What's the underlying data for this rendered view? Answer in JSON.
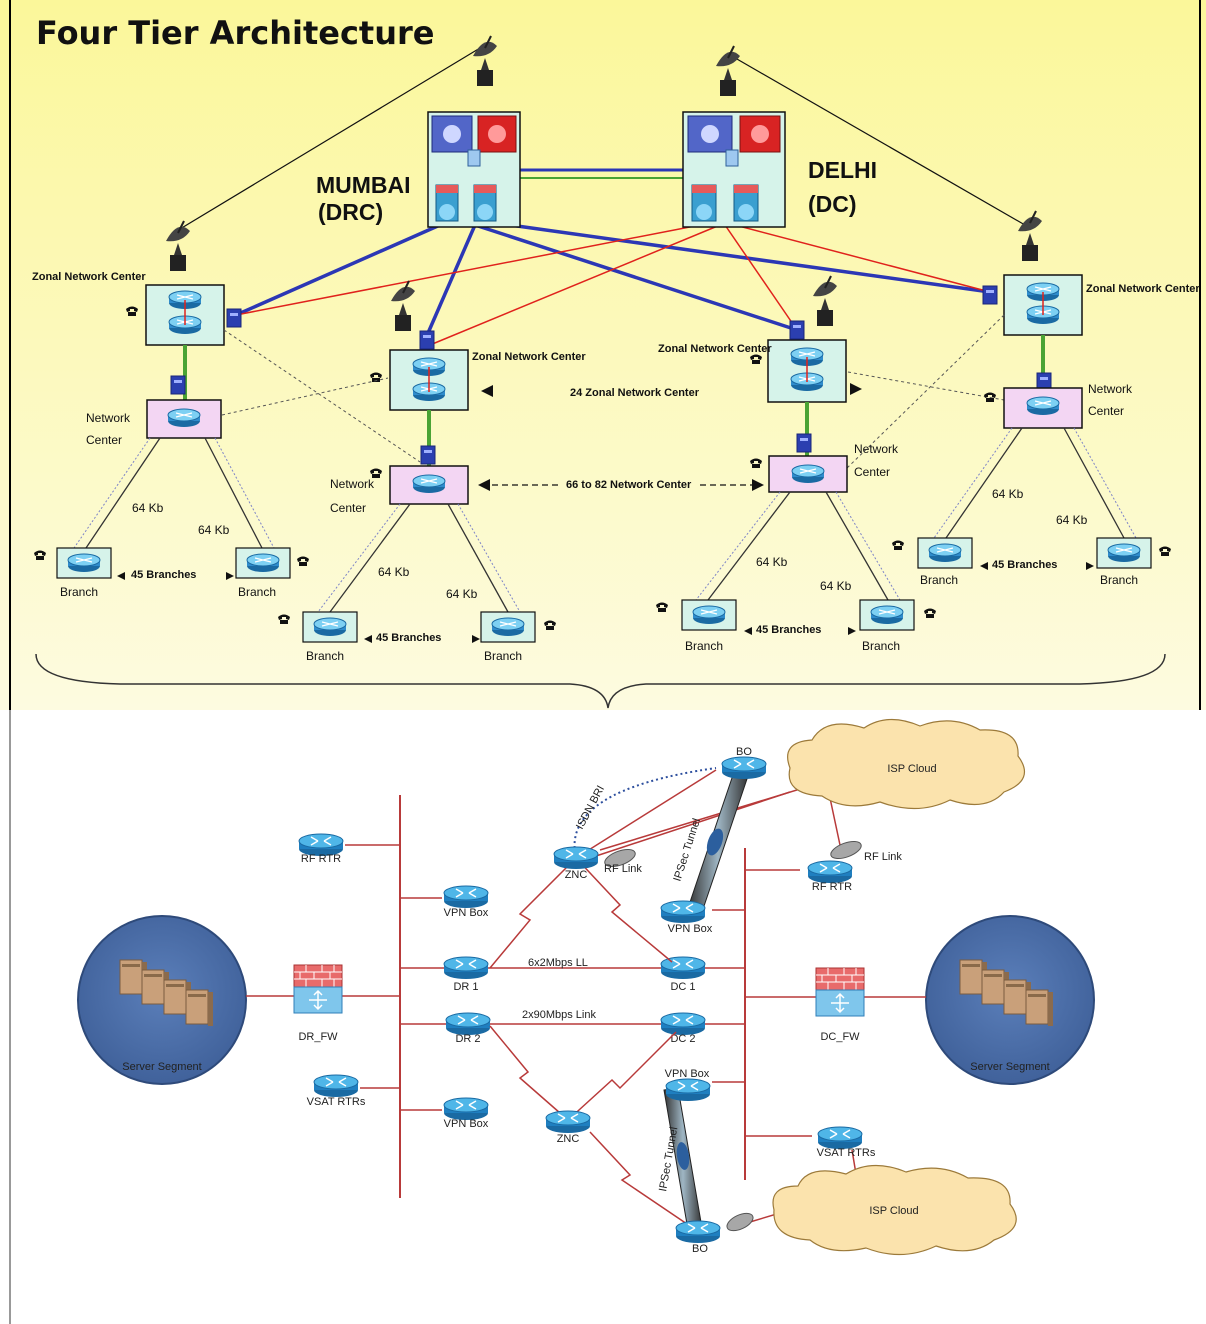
{
  "top": {
    "title": "Four Tier Architecture",
    "mumbai_line1": "MUMBAI",
    "mumbai_line2": "(DRC)",
    "delhi_line1": "DELHI",
    "delhi_line2": "(DC)",
    "zonal_label": "Zonal Network Center",
    "zonal_count_label": "24 Zonal Network Center",
    "nc_count_label": "66 to 82 Network Center",
    "network_label_line1": "Network",
    "network_label_line2": "Center",
    "link_speed": "64 Kb",
    "branch_label": "Branch",
    "branches_label": "45 Branches"
  },
  "bottom": {
    "server_segment": "Server Segment",
    "dr_fw": "DR_FW",
    "dc_fw": "DC_FW",
    "rf_rtr": "RF RTR",
    "vsat_rtrs": "VSAT RTRs",
    "vpn_box": "VPN Box",
    "dr1": "DR 1",
    "dr2": "DR 2",
    "dc1": "DC 1",
    "dc2": "DC 2",
    "znc": "ZNC",
    "bo": "BO",
    "isp_cloud": "ISP Cloud",
    "rf_link": "RF Link",
    "isdn_bri": "ISDN BRI",
    "ipsec_tunnel": "IPSec Tunnel",
    "ll_link": "6x2Mbps LL",
    "link_90": "2x90Mbps Link"
  },
  "colors": {
    "top_bg": "#fbf7a8",
    "core_link": "#2c37b5",
    "backup_link": "#e0221c",
    "access_link": "#4aa334",
    "node_box": "#d6f3ea",
    "network_box": "#f3d6f3",
    "router": "#2f9fd6",
    "wan_line": "#b83a3a",
    "server_circle": "#4d6fa8",
    "isp_cloud": "#fbe3ad"
  }
}
